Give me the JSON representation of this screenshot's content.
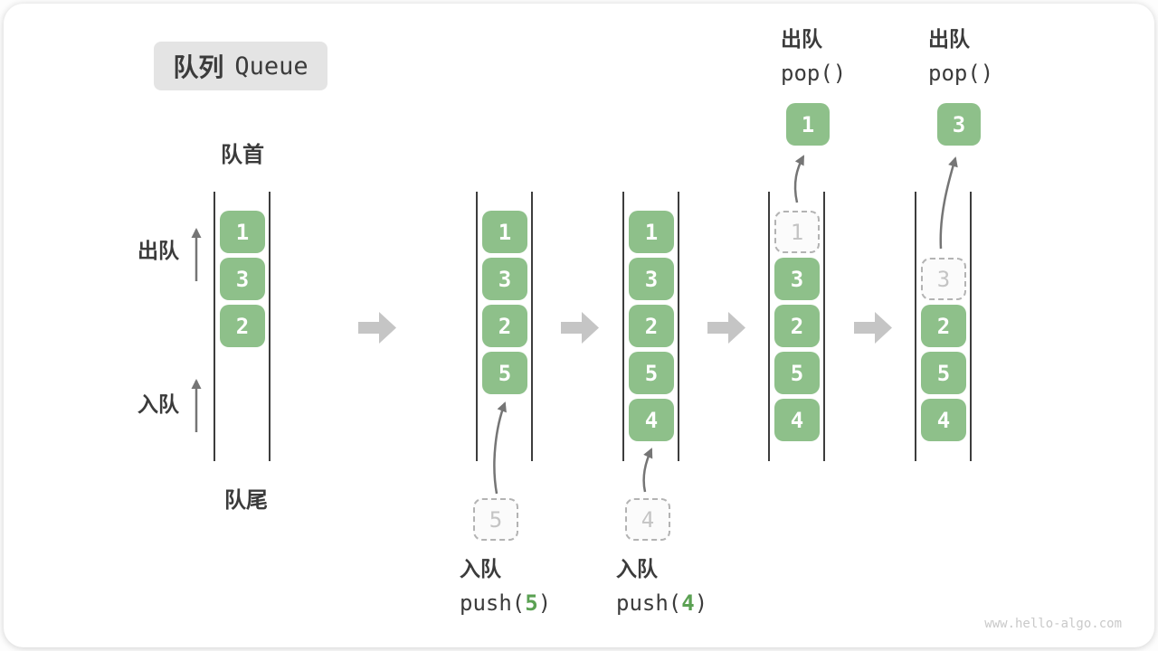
{
  "title": {
    "zh": "队列",
    "en": "Queue"
  },
  "labels": {
    "front": "队首",
    "rear": "队尾",
    "dequeue_side": "出队",
    "enqueue_side": "入队"
  },
  "operations": {
    "push5": {
      "label": "入队",
      "code_fn": "push(",
      "code_arg": "5",
      "code_close": ")"
    },
    "push4": {
      "label": "入队",
      "code_fn": "push(",
      "code_arg": "4",
      "code_close": ")"
    },
    "pop1": {
      "label": "出队",
      "code_fn": "pop(",
      "code_arg": "",
      "code_close": ")"
    },
    "pop2": {
      "label": "出队",
      "code_fn": "pop(",
      "code_arg": "",
      "code_close": ")"
    }
  },
  "states": [
    {
      "boxes": [
        "1",
        "3",
        "2"
      ]
    },
    {
      "boxes": [
        "1",
        "3",
        "2",
        "5"
      ],
      "incoming": "5"
    },
    {
      "boxes": [
        "1",
        "3",
        "2",
        "5",
        "4"
      ],
      "incoming": "4"
    },
    {
      "ghost": "1",
      "boxes": [
        "3",
        "2",
        "5",
        "4"
      ],
      "popped": "1"
    },
    {
      "ghost": "3",
      "boxes": [
        "2",
        "5",
        "4"
      ],
      "popped": "3"
    }
  ],
  "watermark": "www.hello-algo.com",
  "colors": {
    "box_green": "#8ec08a",
    "code_arg_green": "#5ba153",
    "text_dark": "#3b3b3b",
    "tube_line": "#3d3d3d",
    "thin_arrow": "#757575",
    "block_arrow": "#c5c5c5",
    "ghost_border": "#b3b3b3",
    "ghost_text": "#c4c4c4",
    "title_bg": "#e4e4e4",
    "watermark_gray": "#c9c9c9"
  }
}
